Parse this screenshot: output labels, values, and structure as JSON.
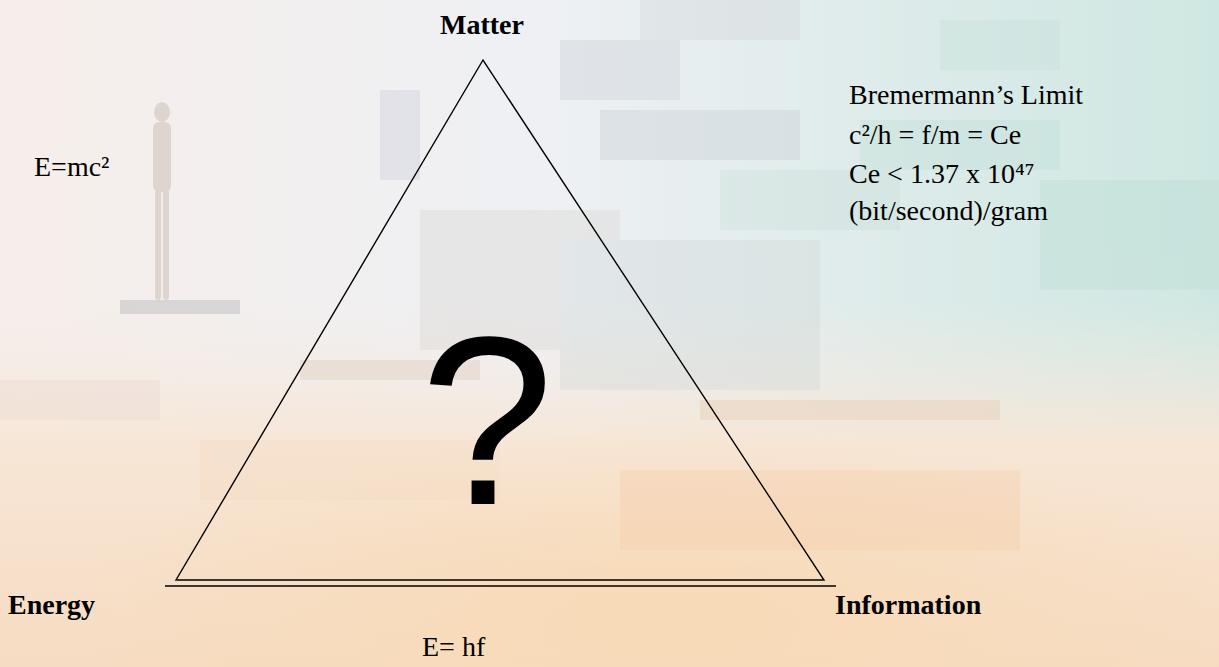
{
  "diagram": {
    "nodes": [
      {
        "text": [
          "?"
        ]
      }
    ],
    "labels": [
      "Matter",
      "E=mc²",
      "Bremermann’s Limit",
      "c²/h = f/m = Ce",
      "Ce < 1.37 x 10⁴⁷",
      "(bit/second)/gram",
      "Energy",
      "Information",
      "E= hf"
    ]
  }
}
